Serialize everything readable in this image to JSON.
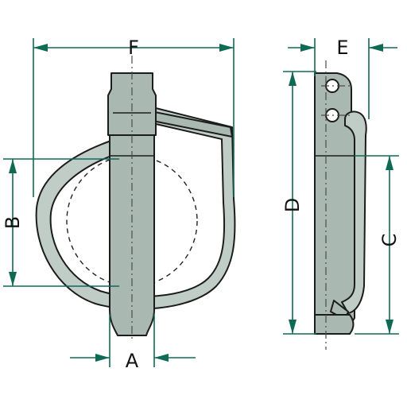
{
  "diagram": {
    "dimension_labels": {
      "A": "A",
      "B": "B",
      "C": "C",
      "D": "D",
      "E": "E",
      "F": "F"
    },
    "colors": {
      "dimension_line": "#0f6a55",
      "part_fill": "#a9b9b1",
      "outline": "#1c1c1c"
    }
  }
}
